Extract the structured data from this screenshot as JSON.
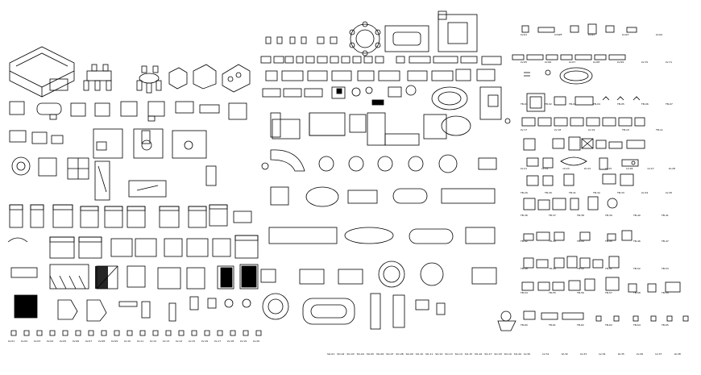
{
  "sheet": {
    "background": "#ffffff",
    "ink": "#000000"
  },
  "label_rows": {
    "right_block": [
      [
        "LV-61",
        "CVSPF",
        "LV-62",
        "LV-63",
        "LV-64"
      ],
      [
        "LV-65",
        "LV-66",
        "LV-67",
        "LV-68",
        "LV-69",
        "LV-70",
        "LV-71"
      ],
      [
        "TB-01",
        "TB-02",
        "TB-03",
        "TB-04",
        "TB-05",
        "TB-06",
        "TB-07"
      ],
      [
        "LV-17",
        "LV-18",
        "LV-19",
        "TB-10",
        "TB-11"
      ],
      [
        "LV-21",
        "LV-22",
        "LV-23",
        "LV-24",
        "LV-25",
        "LV-26",
        "LV-27",
        "LV-28"
      ],
      [
        "TB-29",
        "TB-30",
        "TB-31",
        "TB-32",
        "TB-33",
        "LV-34",
        "LV-35"
      ],
      [
        "TB-36",
        "TB-37",
        "TB-38",
        "TB-39",
        "TB-40",
        "TB-41"
      ],
      [
        "TB-42",
        "TB-43",
        "TB-44",
        "TB-45",
        "TB-46",
        "TB-47"
      ],
      [
        "TB-48",
        "TB-49",
        "TB-50",
        "TB-51",
        "TB-52",
        "TB-53"
      ],
      [
        "TB-54",
        "TB-55",
        "TB-56",
        "TB-57",
        "TB-58",
        "TB-59"
      ],
      [
        "TB-60",
        "TB-61",
        "TB-62",
        "TB-63",
        "TB-64",
        "TB-65"
      ]
    ],
    "bottom_left": [
      "LV-01",
      "LV-02",
      "LV-03",
      "LV-04",
      "LV-05",
      "LV-06",
      "LV-07",
      "LV-08",
      "LV-09",
      "LV-10",
      "LV-11",
      "LV-12",
      "LV-13",
      "LV-14",
      "LV-15",
      "LV-16",
      "LV-17",
      "LV-18",
      "LV-19",
      "LV-20"
    ],
    "bottom_middle": [
      "SO-01",
      "SO-02",
      "SO-03",
      "SO-04",
      "SO-05",
      "SO-06",
      "SO-07",
      "SO-08",
      "SO-09",
      "SO-10",
      "SO-11",
      "SO-12",
      "SO-13",
      "SO-14",
      "SO-15",
      "SO-16",
      "SO-17",
      "SO-18",
      "SO-19",
      "SO-20"
    ],
    "bottom_right": [
      "LV-30",
      "LV-31",
      "LV-32",
      "LV-33",
      "LV-34",
      "LV-35",
      "LV-36",
      "LV-37",
      "LV-38"
    ]
  }
}
